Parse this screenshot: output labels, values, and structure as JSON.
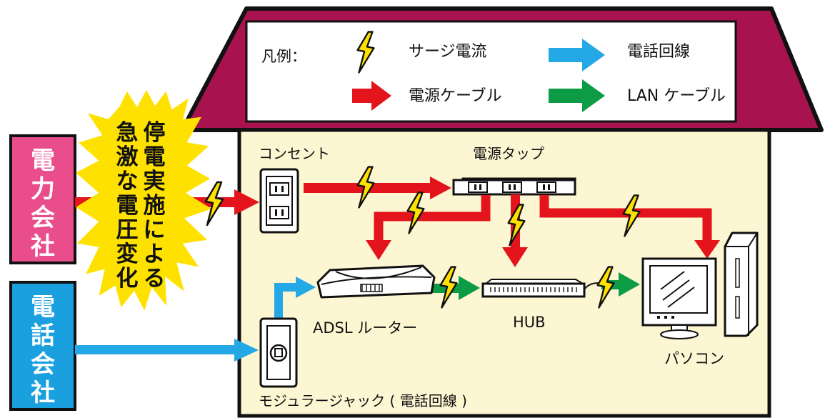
{
  "legend": {
    "title": "凡例：",
    "surge": "サージ電流",
    "phone_line": "電話回線",
    "power_cable": "電源ケーブル",
    "lan_cable": "LAN ケーブル"
  },
  "sources": {
    "power_company": [
      "電",
      "力",
      "会",
      "社"
    ],
    "phone_company": [
      "電",
      "話",
      "会",
      "社"
    ]
  },
  "burst": {
    "col1": [
      "急",
      "激",
      "な",
      "電",
      "圧",
      "変",
      "化"
    ],
    "col2": [
      "停",
      "電",
      "実",
      "施",
      "に",
      "よ",
      "る"
    ]
  },
  "devices": {
    "outlet": "コンセント",
    "power_strip": "電源タップ",
    "router": "ADSL ルーター",
    "hub": "HUB",
    "pc": "パソコン",
    "modular_jack": "モジュラージャック ( 電話回線 )"
  },
  "colors": {
    "roof": "#a8124f",
    "house_fill": "#fdf6d2",
    "power": "#e3141b",
    "phone": "#25a8e6",
    "lan": "#0d9b45",
    "surge": "#ffe100",
    "power_company_box": "#e94d8c",
    "phone_company_box": "#1ba0df"
  }
}
